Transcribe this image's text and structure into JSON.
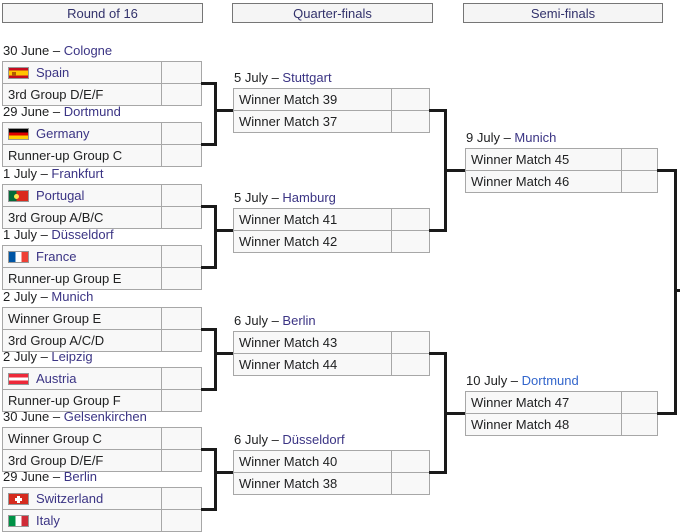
{
  "headers": [
    {
      "label": "Round of 16"
    },
    {
      "label": "Quarter-finals"
    },
    {
      "label": "Semi-finals"
    }
  ],
  "colors": {
    "link_visited": "#3b3484",
    "link_new": "#3366cc",
    "text": "#202122",
    "connector_line": "#1a1a1a",
    "box_background": "#f8f8f8",
    "box_border": "#a7a7a7",
    "header_border": "#767676"
  },
  "round_of_16": {
    "matches": [
      {
        "date_prefix": "30 June – ",
        "city": "Cologne",
        "city_link_state": "visited",
        "team1": {
          "name": "Spain",
          "kind": "team",
          "flag": "es",
          "score": ""
        },
        "team2": {
          "name": "3rd Group D/E/F",
          "kind": "placeholder",
          "score": ""
        }
      },
      {
        "date_prefix": "29 June – ",
        "city": "Dortmund",
        "city_link_state": "visited",
        "team1": {
          "name": "Germany",
          "kind": "team",
          "flag": "de",
          "score": ""
        },
        "team2": {
          "name": "Runner-up Group C",
          "kind": "placeholder",
          "score": ""
        }
      },
      {
        "date_prefix": "1 July – ",
        "city": "Frankfurt",
        "city_link_state": "visited",
        "team1": {
          "name": "Portugal",
          "kind": "team",
          "flag": "pt",
          "score": ""
        },
        "team2": {
          "name": "3rd Group A/B/C",
          "kind": "placeholder",
          "score": ""
        }
      },
      {
        "date_prefix": "1 July – ",
        "city": "Düsseldorf",
        "city_link_state": "visited",
        "team1": {
          "name": "France",
          "kind": "team",
          "flag": "fr",
          "score": ""
        },
        "team2": {
          "name": "Runner-up Group E",
          "kind": "placeholder",
          "score": ""
        }
      },
      {
        "date_prefix": "2 July – ",
        "city": "Munich",
        "city_link_state": "visited",
        "team1": {
          "name": "Winner Group E",
          "kind": "placeholder",
          "score": ""
        },
        "team2": {
          "name": "3rd Group A/C/D",
          "kind": "placeholder",
          "score": ""
        }
      },
      {
        "date_prefix": "2 July – ",
        "city": "Leipzig",
        "city_link_state": "visited",
        "team1": {
          "name": "Austria",
          "kind": "team",
          "flag": "at",
          "score": ""
        },
        "team2": {
          "name": "Runner-up Group F",
          "kind": "placeholder",
          "score": ""
        }
      },
      {
        "date_prefix": "30 June – ",
        "city": "Gelsenkirchen",
        "city_link_state": "visited",
        "team1": {
          "name": "Winner Group C",
          "kind": "placeholder",
          "score": ""
        },
        "team2": {
          "name": "3rd Group D/E/F",
          "kind": "placeholder",
          "score": ""
        }
      },
      {
        "date_prefix": "29 June – ",
        "city": "Berlin",
        "city_link_state": "visited",
        "team1": {
          "name": "Switzerland",
          "kind": "team",
          "flag": "ch",
          "score": ""
        },
        "team2": {
          "name": "Italy",
          "kind": "team",
          "flag": "it",
          "score": ""
        }
      }
    ]
  },
  "quarter_finals": {
    "matches": [
      {
        "date_prefix": "5 July – ",
        "city": "Stuttgart",
        "city_link_state": "visited",
        "team1": {
          "name": "Winner Match 39",
          "kind": "placeholder",
          "score": ""
        },
        "team2": {
          "name": "Winner Match 37",
          "kind": "placeholder",
          "score": ""
        }
      },
      {
        "date_prefix": "5 July – ",
        "city": "Hamburg",
        "city_link_state": "visited",
        "team1": {
          "name": "Winner Match 41",
          "kind": "placeholder",
          "score": ""
        },
        "team2": {
          "name": "Winner Match 42",
          "kind": "placeholder",
          "score": ""
        }
      },
      {
        "date_prefix": "6 July – ",
        "city": "Berlin",
        "city_link_state": "visited",
        "team1": {
          "name": "Winner Match 43",
          "kind": "placeholder",
          "score": ""
        },
        "team2": {
          "name": "Winner Match 44",
          "kind": "placeholder",
          "score": ""
        }
      },
      {
        "date_prefix": "6 July – ",
        "city": "Düsseldorf",
        "city_link_state": "visited",
        "team1": {
          "name": "Winner Match 40",
          "kind": "placeholder",
          "score": ""
        },
        "team2": {
          "name": "Winner Match 38",
          "kind": "placeholder",
          "score": ""
        }
      }
    ]
  },
  "semi_finals": {
    "matches": [
      {
        "date_prefix": "9 July – ",
        "city": "Munich",
        "city_link_state": "visited",
        "team1": {
          "name": "Winner Match 45",
          "kind": "placeholder",
          "score": ""
        },
        "team2": {
          "name": "Winner Match 46",
          "kind": "placeholder",
          "score": ""
        }
      },
      {
        "date_prefix": "10 July – ",
        "city": "Dortmund",
        "city_link_state": "new",
        "team1": {
          "name": "Winner Match 47",
          "kind": "placeholder",
          "score": ""
        },
        "team2": {
          "name": "Winner Match 48",
          "kind": "placeholder",
          "score": ""
        }
      }
    ]
  }
}
